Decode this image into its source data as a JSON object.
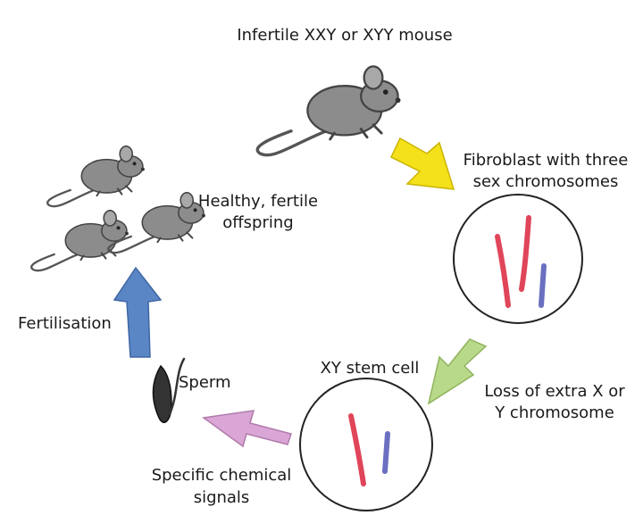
{
  "labels": {
    "infertile_mouse": "Infertile XXY or XYY mouse",
    "fibroblast_line1": "Fibroblast with three",
    "fibroblast_line2": "sex chromosomes",
    "offspring_line1": "Healthy, fertile",
    "offspring_line2": "offspring",
    "fertilisation": "Fertilisation",
    "sperm": "Sperm",
    "stem_cell": "XY stem cell",
    "loss_line1": "Loss of extra X or",
    "loss_line2": "Y chromosome",
    "signals_line1": "Specific chemical",
    "signals_line2": "signals"
  },
  "colors": {
    "arrow_yellow": "#f5e11a",
    "arrow_green": "#b9d98a",
    "arrow_pink": "#d9a6d6",
    "arrow_blue": "#5b86c6",
    "chromosome_red": "#e0455a",
    "chromosome_blue": "#6a6fc0",
    "mouse_gray": "#8c8c8c"
  }
}
